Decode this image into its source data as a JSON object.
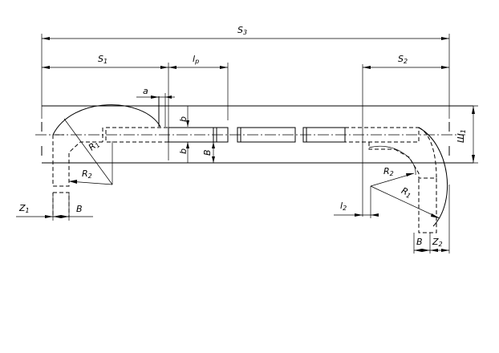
{
  "labels": {
    "S": "S",
    "S_sub": "3",
    "S1": "S",
    "S1_sub": "1",
    "lp": "l",
    "lp_sub": "p",
    "S2": "S",
    "S2_sub": "2",
    "a": "a",
    "b_top": "b",
    "b_bottom": "b",
    "B_mid": "B",
    "Wh": "Ш",
    "Wh_sub": "1",
    "R2": "R",
    "R2_sub": "2",
    "R1_left": "R",
    "R1_left_sub": "1",
    "R2_right": "R",
    "R2_right_sub": "2",
    "R1_right": "R",
    "R1_right_sub": "1",
    "Z1": "Z",
    "Z1_sub": "1",
    "B_left": "B",
    "l2": "l",
    "l2_sub": "2",
    "B_right": "B",
    "Z2": "Z",
    "Z2_sub": "2"
  }
}
